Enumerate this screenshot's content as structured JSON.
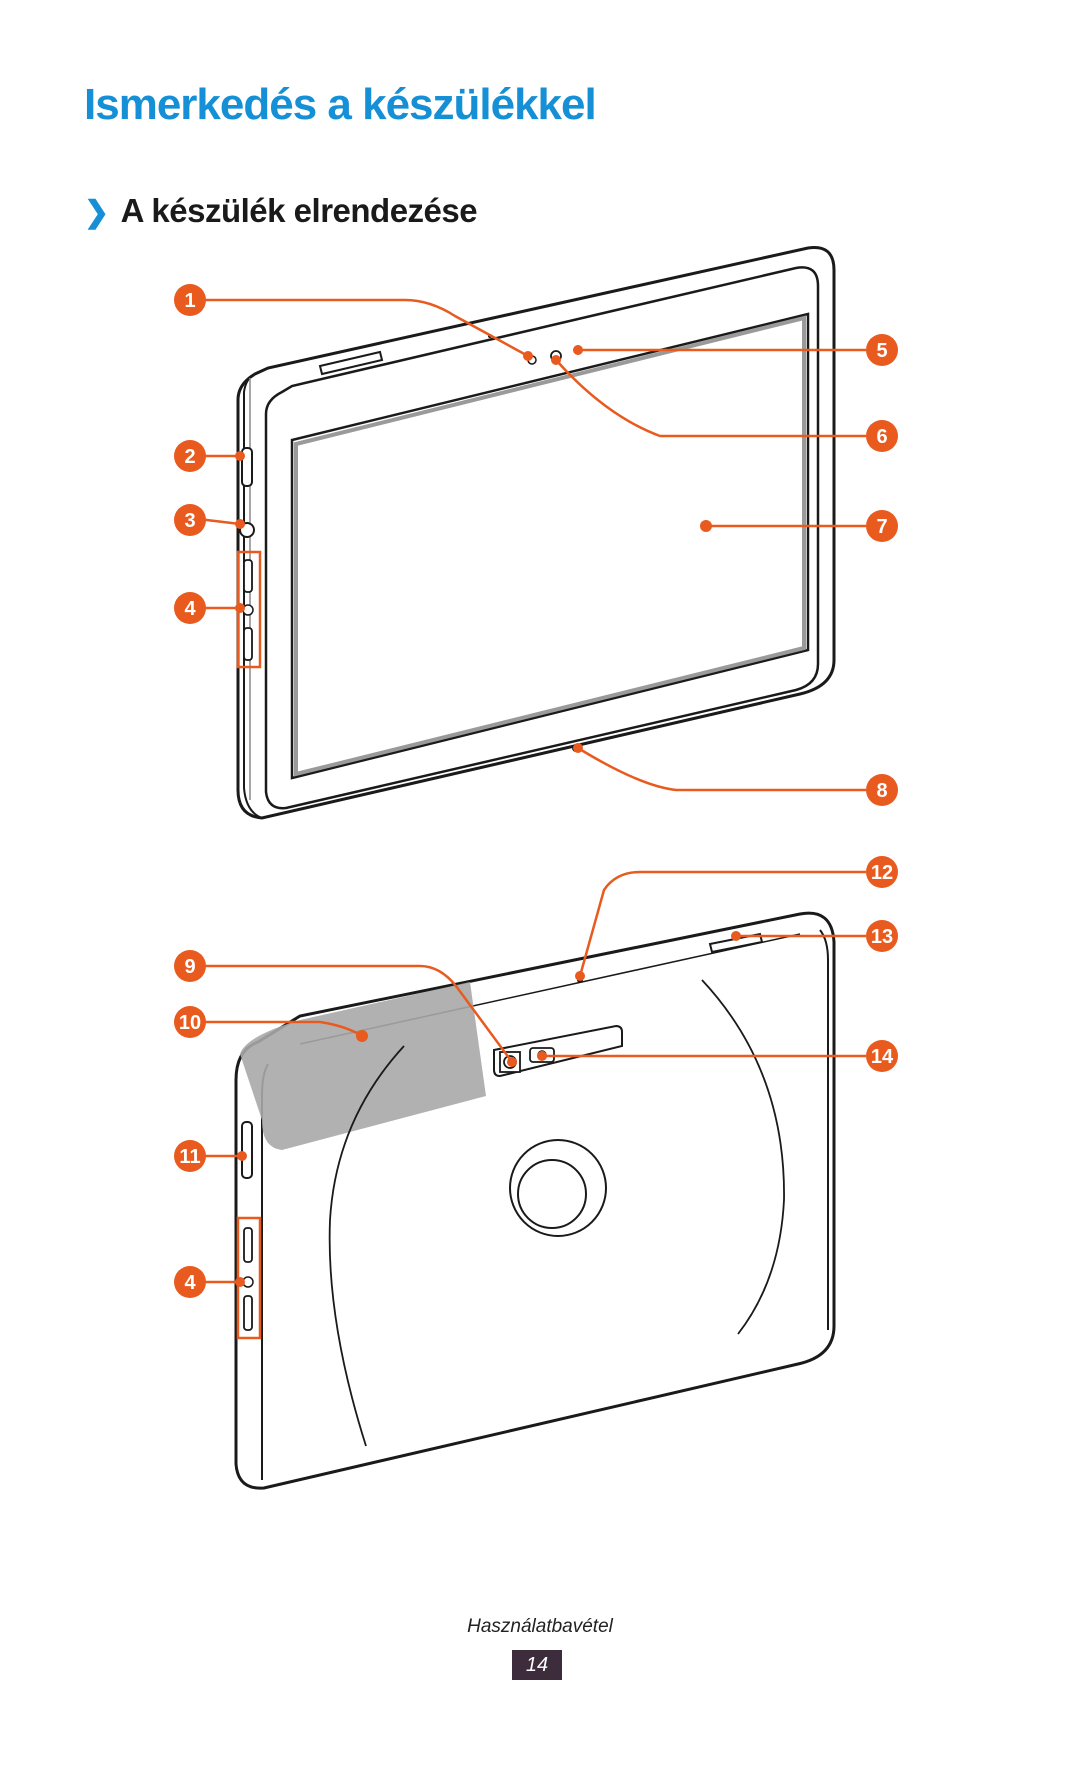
{
  "header": {
    "title": "Ismerkedés a készülékkel",
    "chevron": "❯",
    "subtitle": "A készülék elrendezése"
  },
  "colors": {
    "accent": "#1590d6",
    "callout": "#e85a1e",
    "page_box": "#3d2c3b"
  },
  "callouts": {
    "front": [
      "1",
      "2",
      "3",
      "4",
      "5",
      "6",
      "7",
      "8"
    ],
    "back": [
      "9",
      "10",
      "11",
      "4",
      "12",
      "13",
      "14"
    ]
  },
  "footer": {
    "section": "Használatbavétel",
    "page": "14"
  }
}
